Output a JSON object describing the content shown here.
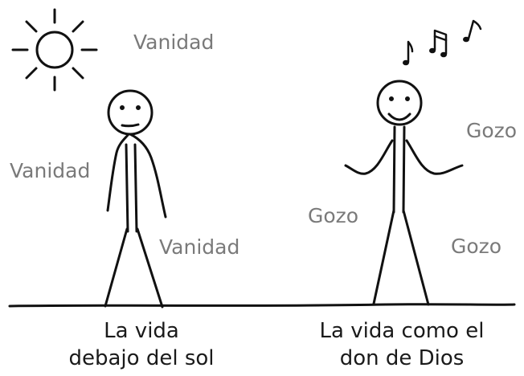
{
  "left_panel": {
    "words": [
      "Vanidad",
      "Vanidad",
      "Vanidad"
    ],
    "caption": [
      "La vida",
      "debajo del sol"
    ]
  },
  "right_panel": {
    "words": [
      "Gozo",
      "Gozo",
      "Gozo"
    ],
    "caption": [
      "La vida como el",
      "don de Dios"
    ]
  },
  "icons": {
    "sun": "sun-icon",
    "notes": "music-notes-icon"
  },
  "colors": {
    "word_text": "#7a7a7a",
    "caption_text": "#1a1a1a",
    "ink": "#111111",
    "background": "#ffffff"
  }
}
